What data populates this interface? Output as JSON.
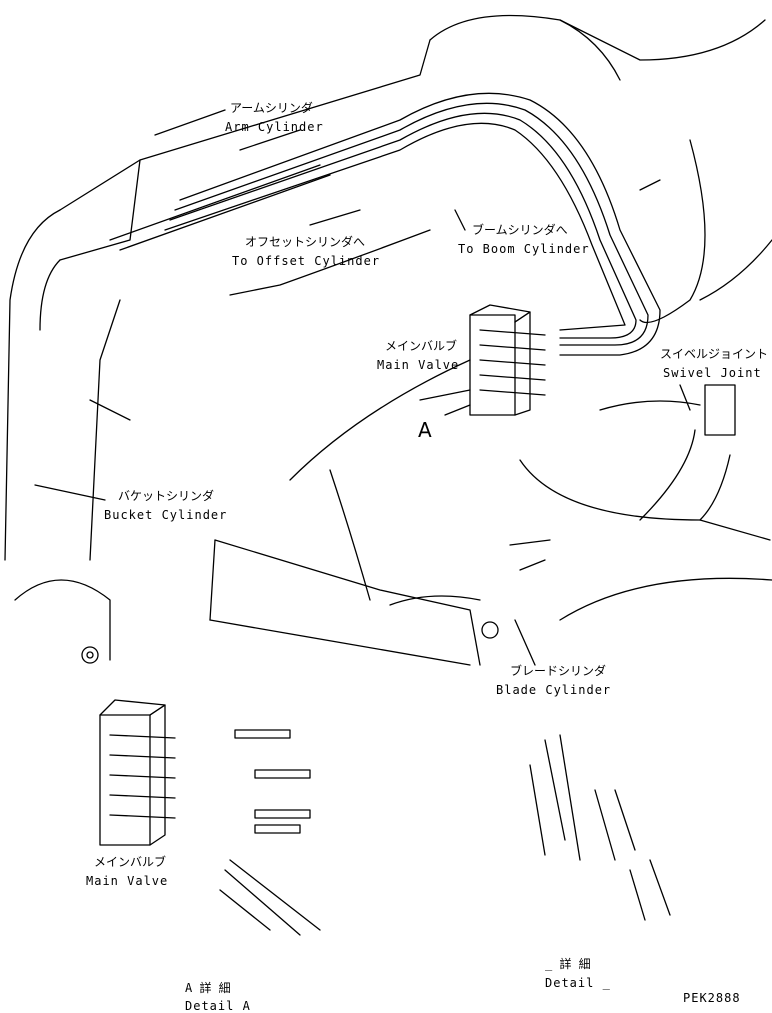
{
  "labels": {
    "arm_cylinder_jp": "アームシリンダ",
    "arm_cylinder_en": "Arm Cylinder",
    "offset_cylinder_jp": "オフセットシリンダへ",
    "offset_cylinder_en": "To Offset Cylinder",
    "boom_cylinder_jp": "ブームシリンダへ",
    "boom_cylinder_en": "To Boom Cylinder",
    "main_valve_jp": "メインバルブ",
    "main_valve_en": "Main Valve",
    "swivel_joint_jp": "スイベルジョイント",
    "swivel_joint_en": "Swivel Joint",
    "view_a": "A",
    "bucket_cylinder_jp": "バケットシリンダ",
    "bucket_cylinder_en": "Bucket Cylinder",
    "blade_cylinder_jp": "ブレードシリンダ",
    "blade_cylinder_en": "Blade Cylinder",
    "detail_main_valve_jp": "メインバルブ",
    "detail_main_valve_en": "Main Valve",
    "detail_a_jp": "A 詳 細",
    "detail_a_en": "Detail A",
    "detail_2_jp": "_ 詳 細",
    "detail_2_en": "Detail _",
    "part_code": "PEK2888"
  }
}
